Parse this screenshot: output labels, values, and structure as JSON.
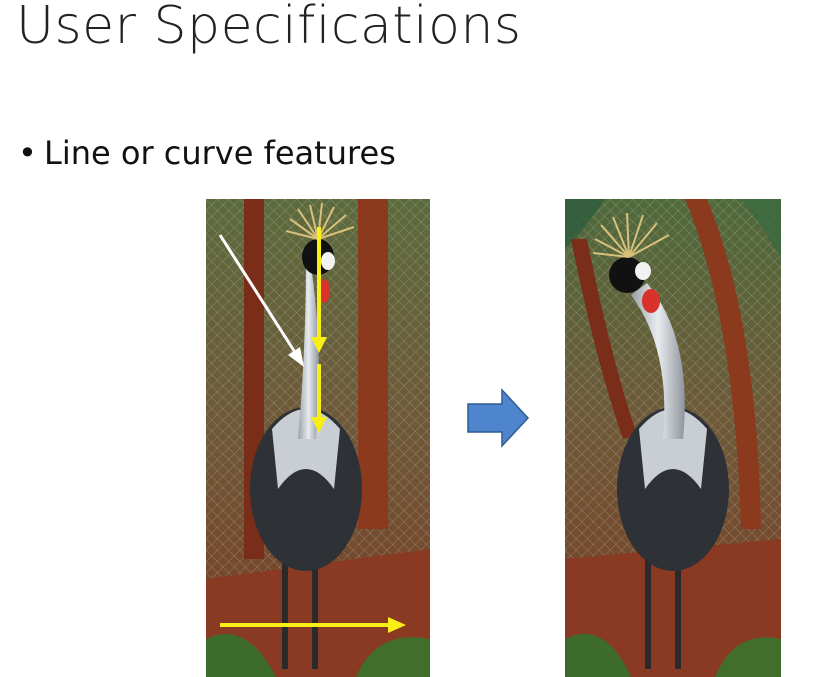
{
  "slide": {
    "title": "User Specifications",
    "bullets": [
      "Line or curve features"
    ]
  },
  "images": {
    "before": {
      "subject": "crowned crane photo with feature-line annotations"
    },
    "after": {
      "subject": "warped crowned crane photo"
    }
  },
  "colors": {
    "annotation_yellow": "#f7ef16",
    "annotation_white": "#ffffff",
    "arrow_blue": "#4f85cc",
    "arrow_outline": "#2f5d96"
  },
  "icons": {
    "transition": "right-arrow-icon"
  }
}
